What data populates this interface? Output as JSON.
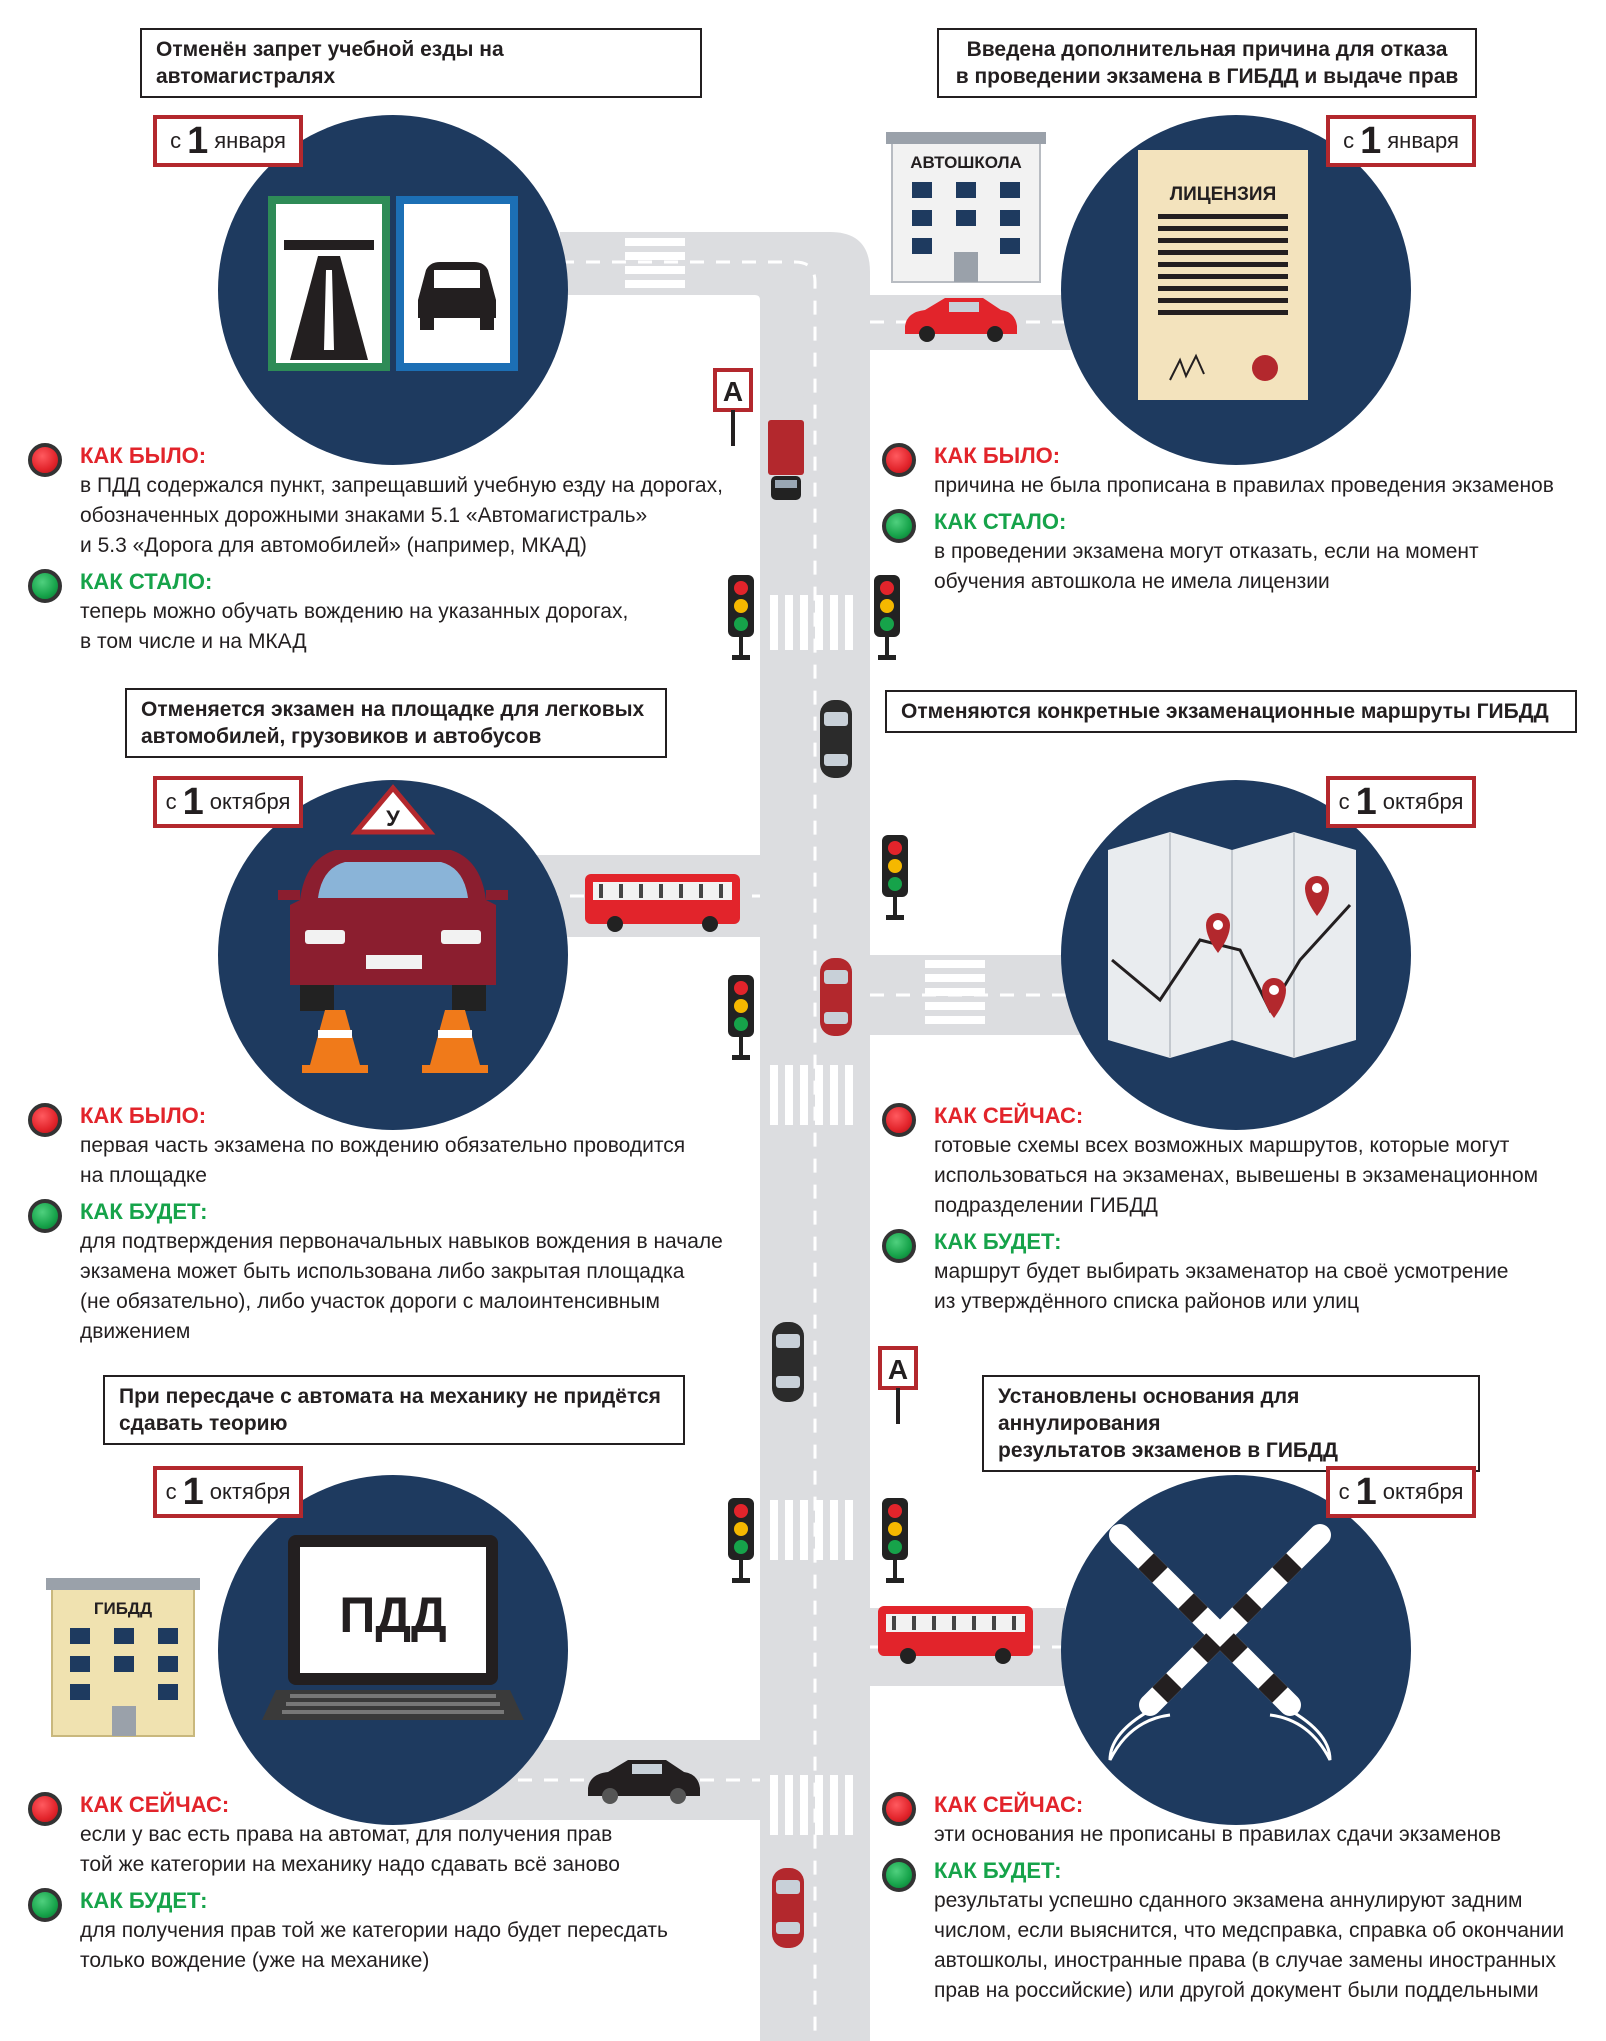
{
  "colors": {
    "accent_red": "#e2242b",
    "accent_green": "#16a34a",
    "circle": "#1e3a5f",
    "road": "#dcdde0",
    "badge_border": "#b3282d"
  },
  "badges": {
    "s1": {
      "pre": "с",
      "num": "1",
      "month": "января"
    },
    "s2": {
      "pre": "с",
      "num": "1",
      "month": "января"
    },
    "s3": {
      "pre": "с",
      "num": "1",
      "month": "октября"
    },
    "s4": {
      "pre": "с",
      "num": "1",
      "month": "октября"
    },
    "s5": {
      "pre": "с",
      "num": "1",
      "month": "октября"
    },
    "s6": {
      "pre": "с",
      "num": "1",
      "month": "октября"
    }
  },
  "sections": [
    {
      "title": "Отменён запрет учебной езды на автомагистралях",
      "items": [
        {
          "label": "КАК БЫЛО:",
          "text": "в ПДД содержался пункт, запрещавший учебную езду на дорогах,\nобозначенных дорожными знаками 5.1 «Автомагистраль»\nи 5.3 «Дорога для автомобилей» (например, МКАД)"
        },
        {
          "label": "КАК СТАЛО:",
          "text": "теперь можно обучать вождению на указанных дорогах,\nв том числе и на МКАД"
        }
      ]
    },
    {
      "title": "Введена дополнительная причина для отказа\nв проведении экзамена в ГИБДД и выдаче прав",
      "items": [
        {
          "label": "КАК БЫЛО:",
          "text": "причина не была прописана в правилах проведения экзаменов"
        },
        {
          "label": "КАК СТАЛО:",
          "text": "в проведении экзамена могут отказать, если на момент\nобучения автошкола не имела лицензии"
        }
      ]
    },
    {
      "title": "Отменяется экзамен на площадке для легковых\nавтомобилей, грузовиков и автобусов",
      "items": [
        {
          "label": "КАК БЫЛО:",
          "text": "первая часть экзамена по вождению обязательно проводится\nна площадке"
        },
        {
          "label": "КАК БУДЕТ:",
          "text": "для подтверждения первоначальных навыков вождения в начале\nэкзамена может быть использована либо закрытая площадка\n(не обязательно), либо участок дороги с малоинтенсивным\nдвижением"
        }
      ]
    },
    {
      "title": "Отменяются конкретные экзаменационные маршруты ГИБДД",
      "items": [
        {
          "label": "КАК СЕЙЧАС:",
          "text": "готовые схемы всех возможных маршрутов, которые могут\nиспользоваться на экзаменах, вывешены в экзаменационном\nподразделении ГИБДД"
        },
        {
          "label": "КАК БУДЕТ:",
          "text": "маршрут будет выбирать экзаменатор на своё усмотрение\nиз утверждённого списка районов или улиц"
        }
      ]
    },
    {
      "title": "При пересдаче с автомата на механику не придётся\nсдавать теорию",
      "items": [
        {
          "label": "КАК СЕЙЧАС:",
          "text": "если у вас есть права на автомат, для получения прав\nтой же категории на механику надо сдавать всё заново"
        },
        {
          "label": "КАК БУДЕТ:",
          "text": "для получения прав той же категории надо будет пересдать\nтолько вождение (уже на механике)"
        }
      ]
    },
    {
      "title": "Установлены основания для аннулирования\nрезультатов экзаменов в ГИБДД",
      "items": [
        {
          "label": "КАК СЕЙЧАС:",
          "text": "эти основания не прописаны в правилах сдачи экзаменов"
        },
        {
          "label": "КАК БУДЕТ:",
          "text": "результаты успешно сданного экзамена аннулируют задним\nчислом, если выяснится, что медсправка, справка об окончании\nавтошколы, иностранные права (в случае замены иностранных\nправ на российские) или другой документ были поддельными"
        }
      ]
    }
  ],
  "illustrations": {
    "school_sign": "АВТОШКОЛА",
    "license_label": "ЛИЦЕНЗИЯ",
    "student_sign": "У",
    "laptop_label": "ПДД",
    "gibdd_sign": "ГИБДД",
    "stop_sign_1": "А",
    "stop_sign_2": "А"
  }
}
